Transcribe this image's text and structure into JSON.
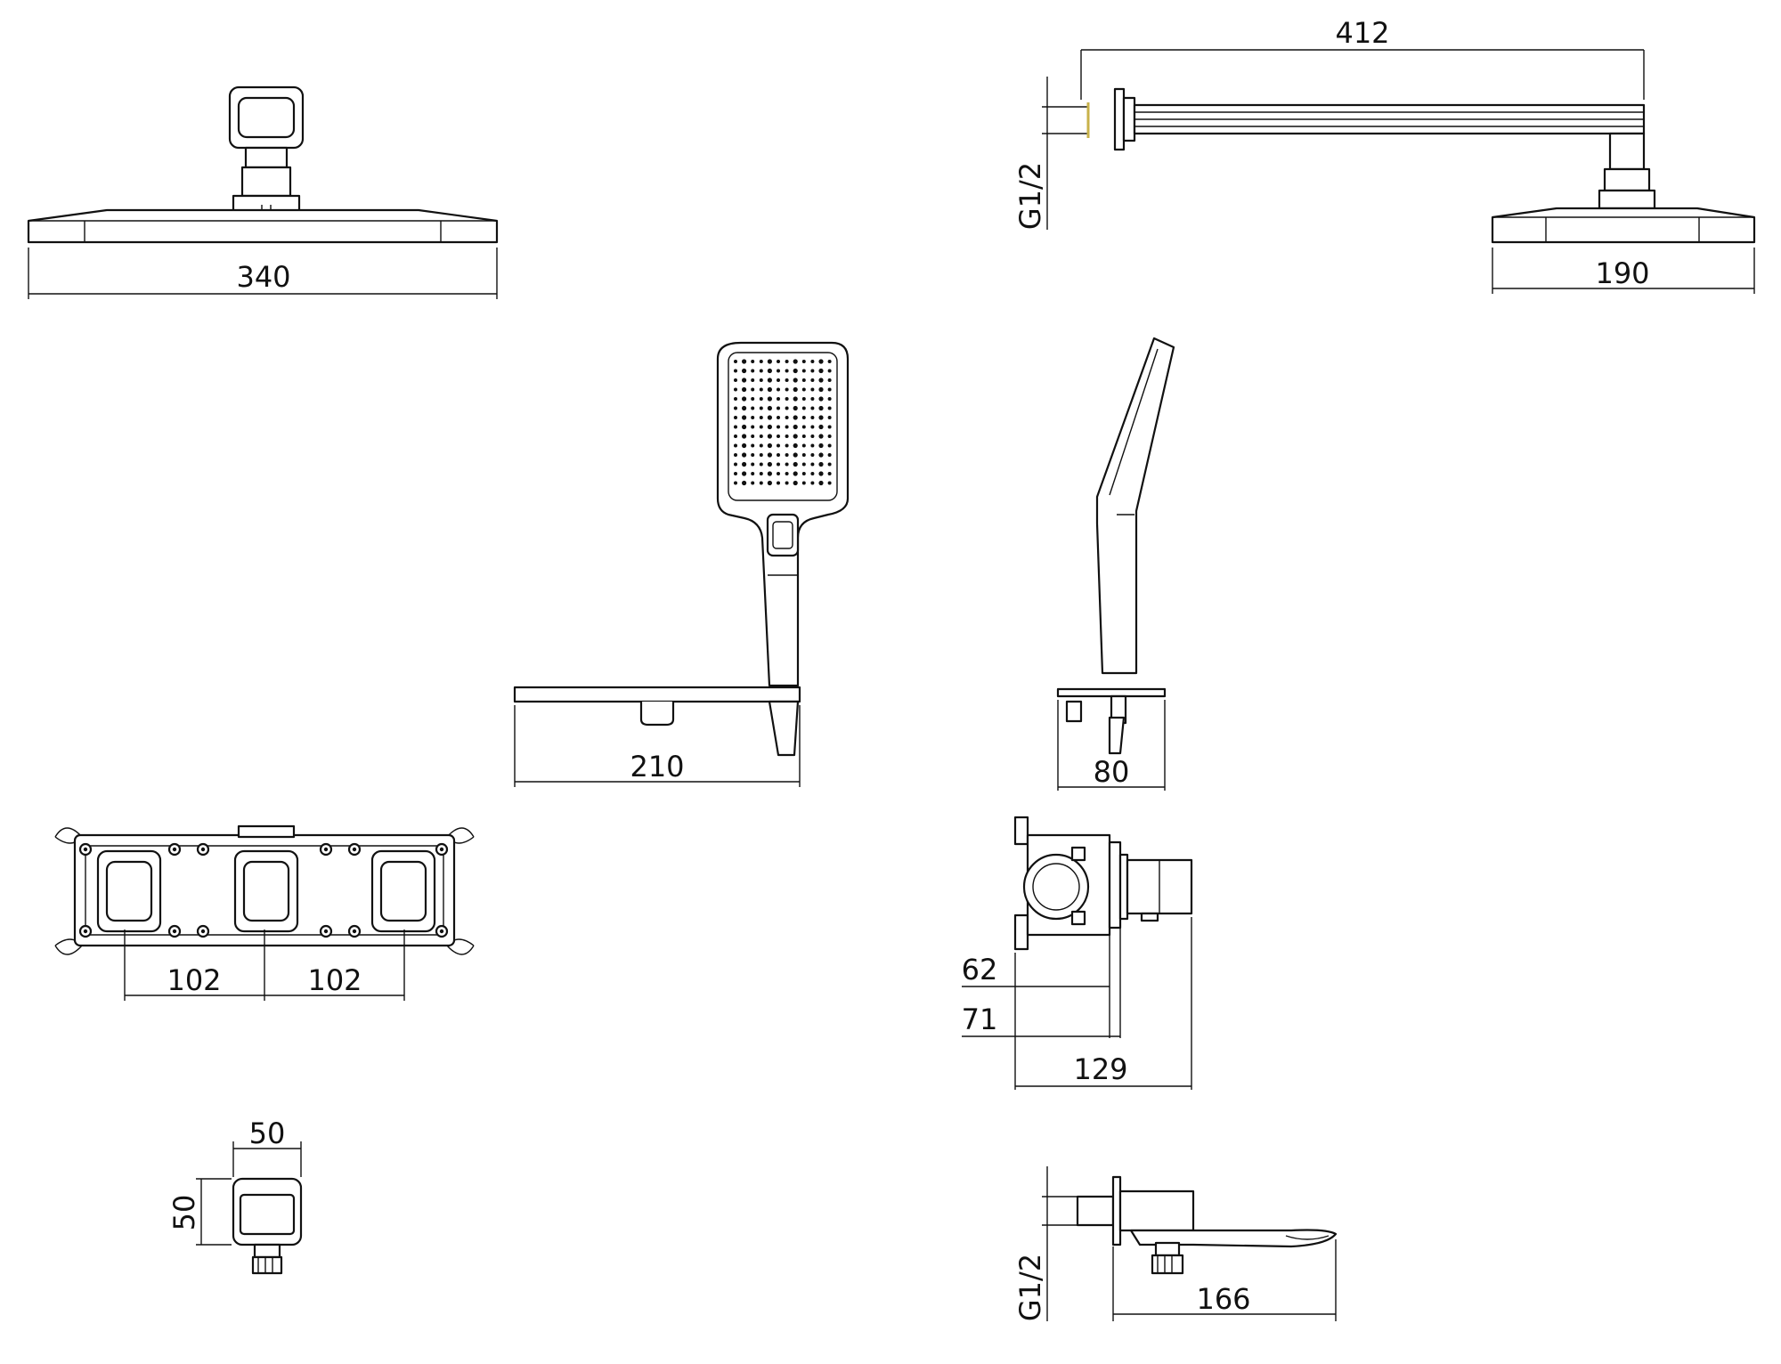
{
  "dimensions": {
    "rain_head_front_width": "340",
    "shower_arm_length": "412",
    "rain_head_side_width": "190",
    "wall_thread_top": "G1/2",
    "hand_shower_bracket_length": "210",
    "hand_shower_bracket_depth": "80",
    "valve_spacing_left": "102",
    "valve_spacing_right": "102",
    "valve_depth_min": "62",
    "valve_depth_max": "71",
    "valve_total_depth": "129",
    "outlet_width": "50",
    "outlet_height": "50",
    "spout_length": "166",
    "wall_thread_bottom": "G1/2"
  }
}
